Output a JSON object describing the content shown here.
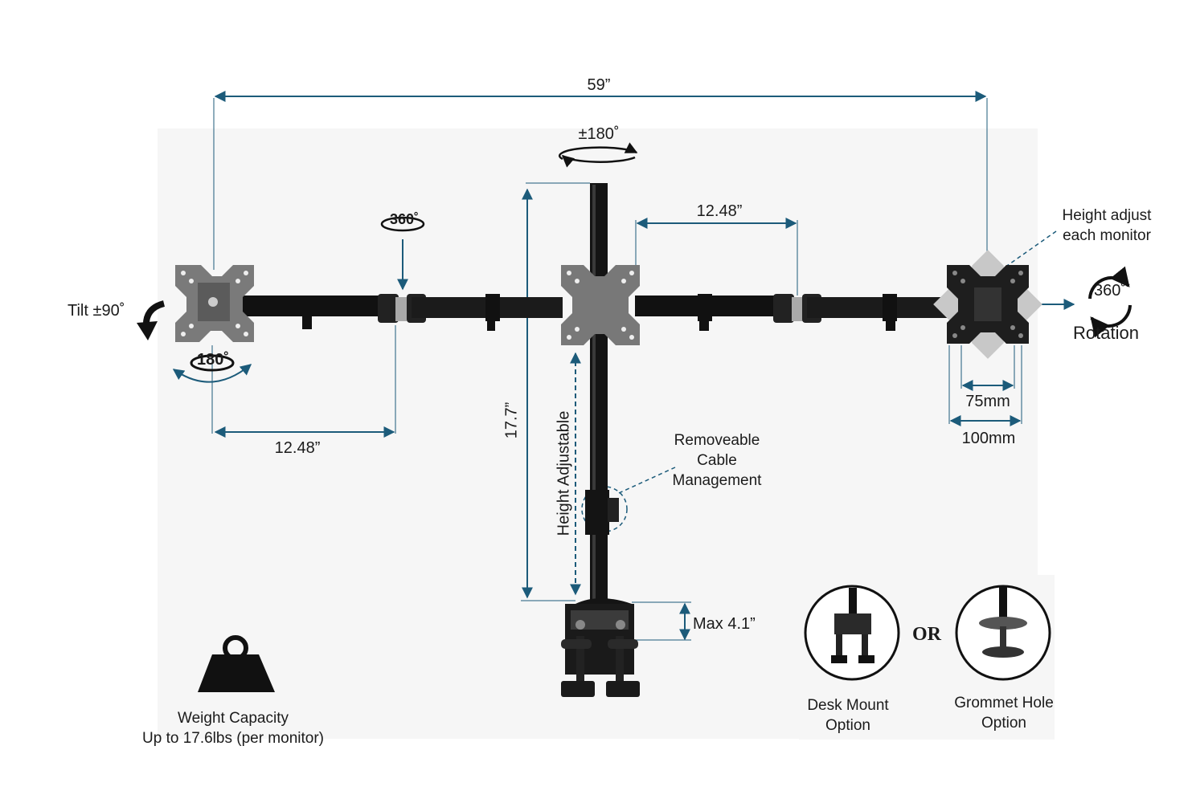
{
  "dimensions": {
    "total_width": "59”",
    "left_arm_length": "12.48”",
    "right_arm_length": "12.48”",
    "pole_height": "17.7”",
    "clamp_max": "Max 4.1”",
    "vesa_75": "75mm",
    "vesa_100": "100mm"
  },
  "motion": {
    "pole_rotation": "±180˚",
    "tilt": "Tilt ±90˚",
    "swivel_180": "180˚",
    "joint_360": "360˚",
    "rotation_360": "360˚",
    "rotation_label": "Rotation",
    "height_adjustable": "Height Adjustable"
  },
  "callouts": {
    "height_adjust_line1": "Height adjust",
    "height_adjust_line2": "each monitor",
    "cable_line1": "Removeable",
    "cable_line2": "Cable",
    "cable_line3": "Management"
  },
  "weight": {
    "line1": "Weight Capacity",
    "line2": "Up to 17.6lbs (per monitor)"
  },
  "options": {
    "or_label": "OR",
    "desk_line1": "Desk Mount",
    "desk_line2": "Option",
    "grommet_line1": "Grommet Hole",
    "grommet_line2": "Option"
  },
  "colors": {
    "dimension_line": "#1c5b7a",
    "arm": "#111111",
    "plate_grey": "#777777",
    "plate_black": "#1e1e1e"
  }
}
